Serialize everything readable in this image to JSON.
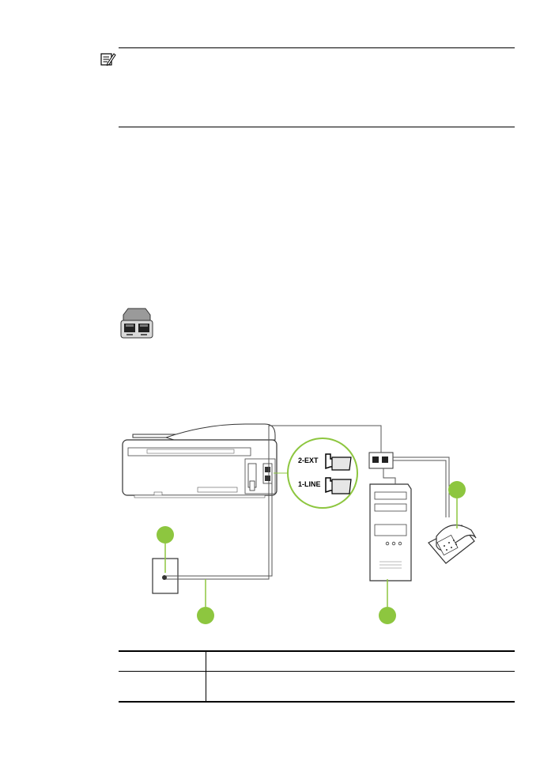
{
  "note": {
    "icon": "note-pencil-icon"
  },
  "splitter": {
    "icon": "parallel-splitter-icon"
  },
  "diagram": {
    "ports": {
      "ext_label": "2-EXT",
      "line_label": "1-LINE"
    },
    "colors": {
      "callout_green": "#8dc63f",
      "line_gray": "#555555"
    }
  },
  "table": {
    "rows": 2
  }
}
